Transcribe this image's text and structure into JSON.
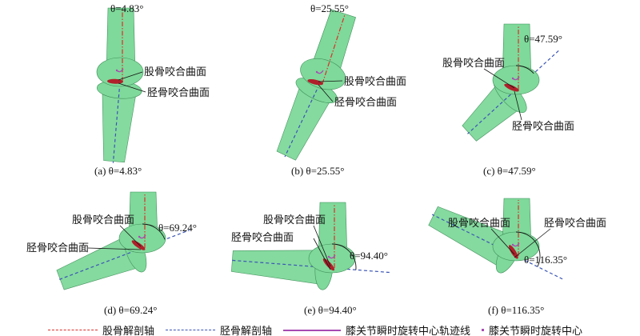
{
  "colors": {
    "bone": "#7fd99a",
    "bone_edge": "#3f8f5a",
    "femur_axis": "#d9302a",
    "tibia_axis": "#3a55b5",
    "trajectory": "#a74bb3",
    "contact": "#b0202a"
  },
  "labels": {
    "femur_surface": "股骨咬合曲面",
    "tibia_surface": "胫骨咬合曲面"
  },
  "panels": [
    {
      "id": "a",
      "angle": 4.83,
      "theta_label": "θ=4.83°",
      "caption": "(a) θ=4.83°"
    },
    {
      "id": "b",
      "angle": 25.55,
      "theta_label": "θ=25.55°",
      "caption": "(b) θ=25.55°"
    },
    {
      "id": "c",
      "angle": 47.59,
      "theta_label": "θ=47.59°",
      "caption": "(c) θ=47.59°"
    },
    {
      "id": "d",
      "angle": 69.24,
      "theta_label": "θ=69.24°",
      "caption": "(d) θ=69.24°"
    },
    {
      "id": "e",
      "angle": 94.4,
      "theta_label": "θ=94.40°",
      "caption": "(e) θ=94.40°"
    },
    {
      "id": "f",
      "angle": 116.35,
      "theta_label": "θ=116.35°",
      "caption": "(f) θ=116.35°"
    }
  ],
  "legend": {
    "femur_axis": "股骨解剖轴",
    "tibia_axis": "胫骨解剖轴",
    "trajectory": "膝关节瞬时旋转中心轨迹线",
    "center": "膝关节瞬时旋转中心"
  }
}
